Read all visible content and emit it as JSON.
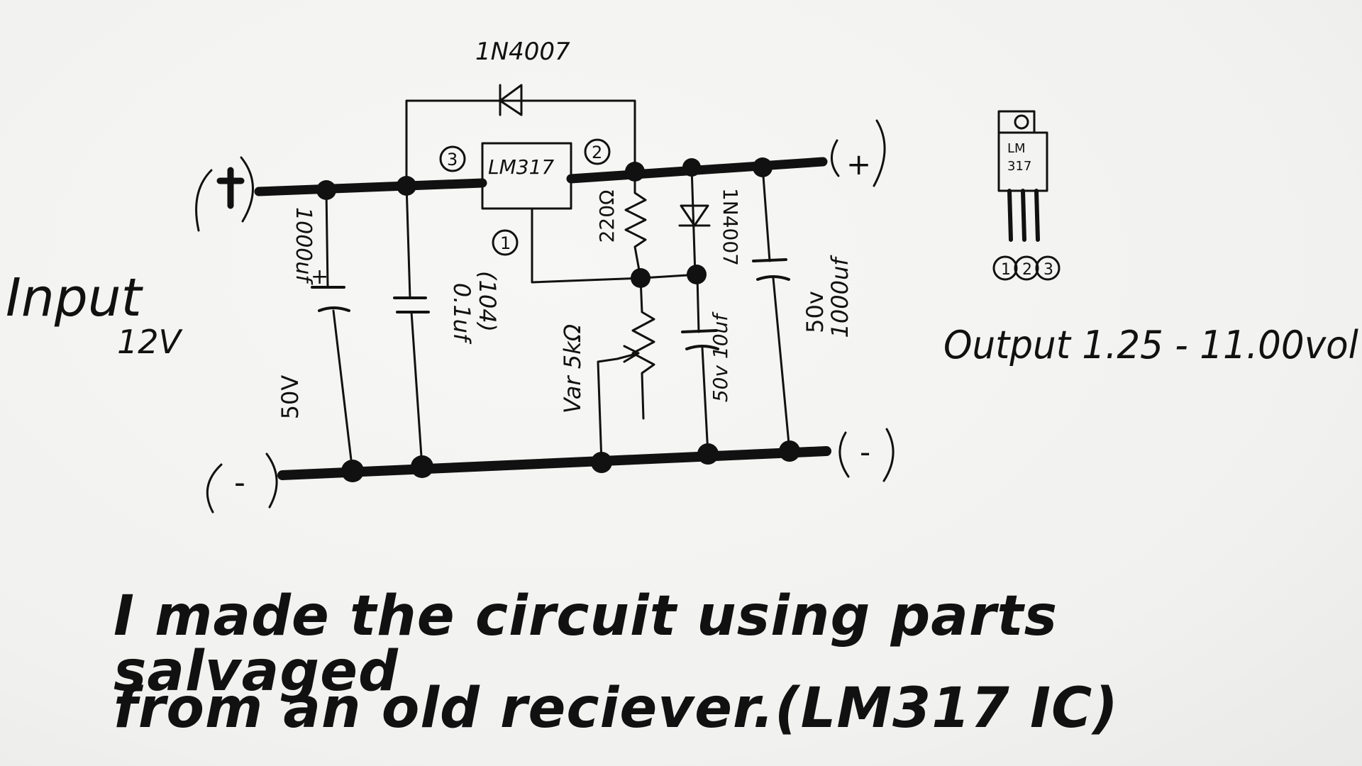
{
  "diagram": {
    "regulator": "LM317",
    "pin3": "3",
    "pin2": "2",
    "pin1": "1",
    "top_diode": "1N4007",
    "input_label": "Input",
    "input_voltage": "12V",
    "plus": "(+)",
    "minus": "(-)",
    "out_plus": "(+)",
    "out_minus": "(-)",
    "cap1_value": "1000uf",
    "cap1_voltage": "50V",
    "cap1_plus": "+",
    "cap2_value": "0.1uf",
    "cap2_code": "(104)",
    "resistor_value": "220Ω",
    "pot_label": "Var 5kΩ",
    "side_diode": "1N4007",
    "cap3_label": "50v 10uf",
    "cap4_voltage": "50v",
    "cap4_value": "1000uf",
    "pkg_line1": "LM",
    "pkg_line2": "317",
    "pkg_pin1": "1",
    "pkg_pin2": "2",
    "pkg_pin3": "3",
    "output_label": "Output 1.25 - 11.00vol"
  },
  "caption": {
    "line1": "I made the circuit using parts salvaged",
    "line2": "from an old reciever.(LM317 IC)"
  }
}
